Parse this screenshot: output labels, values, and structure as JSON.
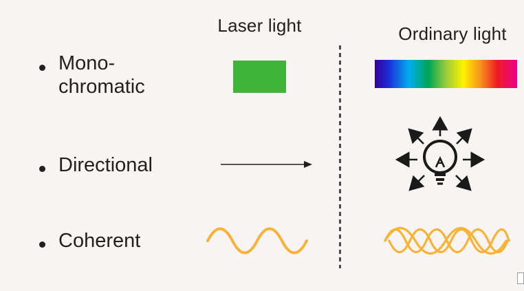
{
  "headers": {
    "laser": "Laser light",
    "ordinary": "Ordinary light"
  },
  "properties": [
    {
      "label": "Mono-chromatic"
    },
    {
      "label": "Directional"
    },
    {
      "label": "Coherent"
    }
  ],
  "colors": {
    "background": "#f7f4f3",
    "text": "#231f20",
    "laser_green": "#3fb53a",
    "wave_orange": "#f9b233",
    "divider_gray": "#4a4a4c",
    "spectrum_gradient": [
      "#33009e",
      "#1b2fd8",
      "#00aeef",
      "#00a651",
      "#9aca3c",
      "#fff200",
      "#f7941d",
      "#ed1c24",
      "#ec008c"
    ]
  },
  "icons": {
    "laser_monochromatic": "green-swatch",
    "ordinary_monochromatic": "spectrum-bar",
    "laser_directional": "right-arrow",
    "ordinary_directional": "bulb-radiating-arrows",
    "laser_coherent": "single-sine-wave",
    "ordinary_coherent": "overlapping-waves"
  }
}
